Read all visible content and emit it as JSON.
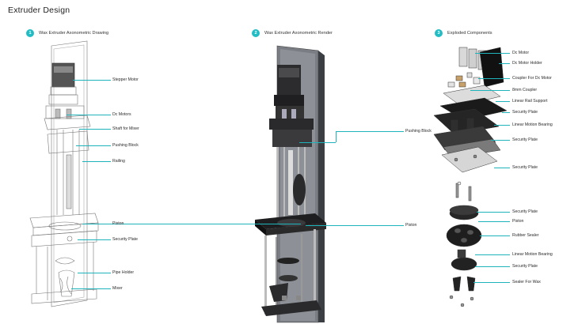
{
  "page_title": "Extruder Design",
  "sections": [
    {
      "number": "1",
      "title": "Wax Extruder Axonometric Drawing"
    },
    {
      "number": "2",
      "title": "Wax Extruder Axonometric Render"
    },
    {
      "number": "3",
      "title": "Exploded Components"
    }
  ],
  "drawing_labels": {
    "stepper_motor": "Stepper Motor",
    "dc_motors": "Dc Motors",
    "shaft_for_mixer": "Shaft for Mixer",
    "pushing_block": "Pushing Block",
    "railing": "Railing",
    "piston": "Piston",
    "security_plate": "Security Plate",
    "pipe_holder": "Pipe Holder",
    "mixer": "Mixer"
  },
  "render_labels": {
    "pushing_block": "Pushing Block",
    "piston": "Piston"
  },
  "exploded_labels": [
    "Dc Motor",
    "Dc Motor Holder",
    "Coupler For Dc Motor",
    "8mm Coupler",
    "Linear Rail Support",
    "Security Plate",
    "Linear Motion Bearing",
    "Security Plate",
    "Security Plate",
    "Security Plate",
    "Piston",
    "Rubber Sealer",
    "Linear Motion Bearing",
    "Security Plate",
    "Sealer For Wax"
  ],
  "colors": {
    "accent": "#22bcc4",
    "leader": "#1fb3bb"
  }
}
